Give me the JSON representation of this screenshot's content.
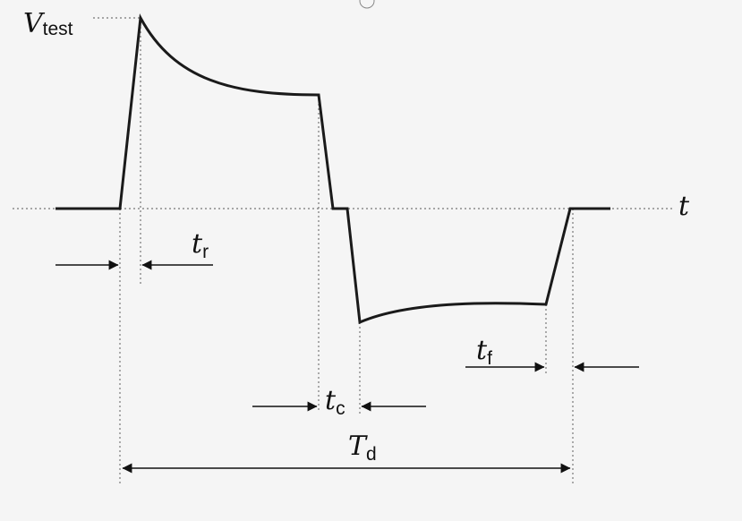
{
  "diagram": {
    "labels": {
      "v_main": "V",
      "v_sub": "test",
      "t_axis": "t",
      "tr_main": "t",
      "tr_sub": "r",
      "tc_main": "t",
      "tc_sub": "c",
      "tf_main": "t",
      "tf_sub": "f",
      "td_main": "T",
      "td_sub": "d"
    },
    "colors": {
      "background": "#f5f5f5",
      "waveform": "#1a1a1a",
      "dotted": "#777777"
    }
  }
}
